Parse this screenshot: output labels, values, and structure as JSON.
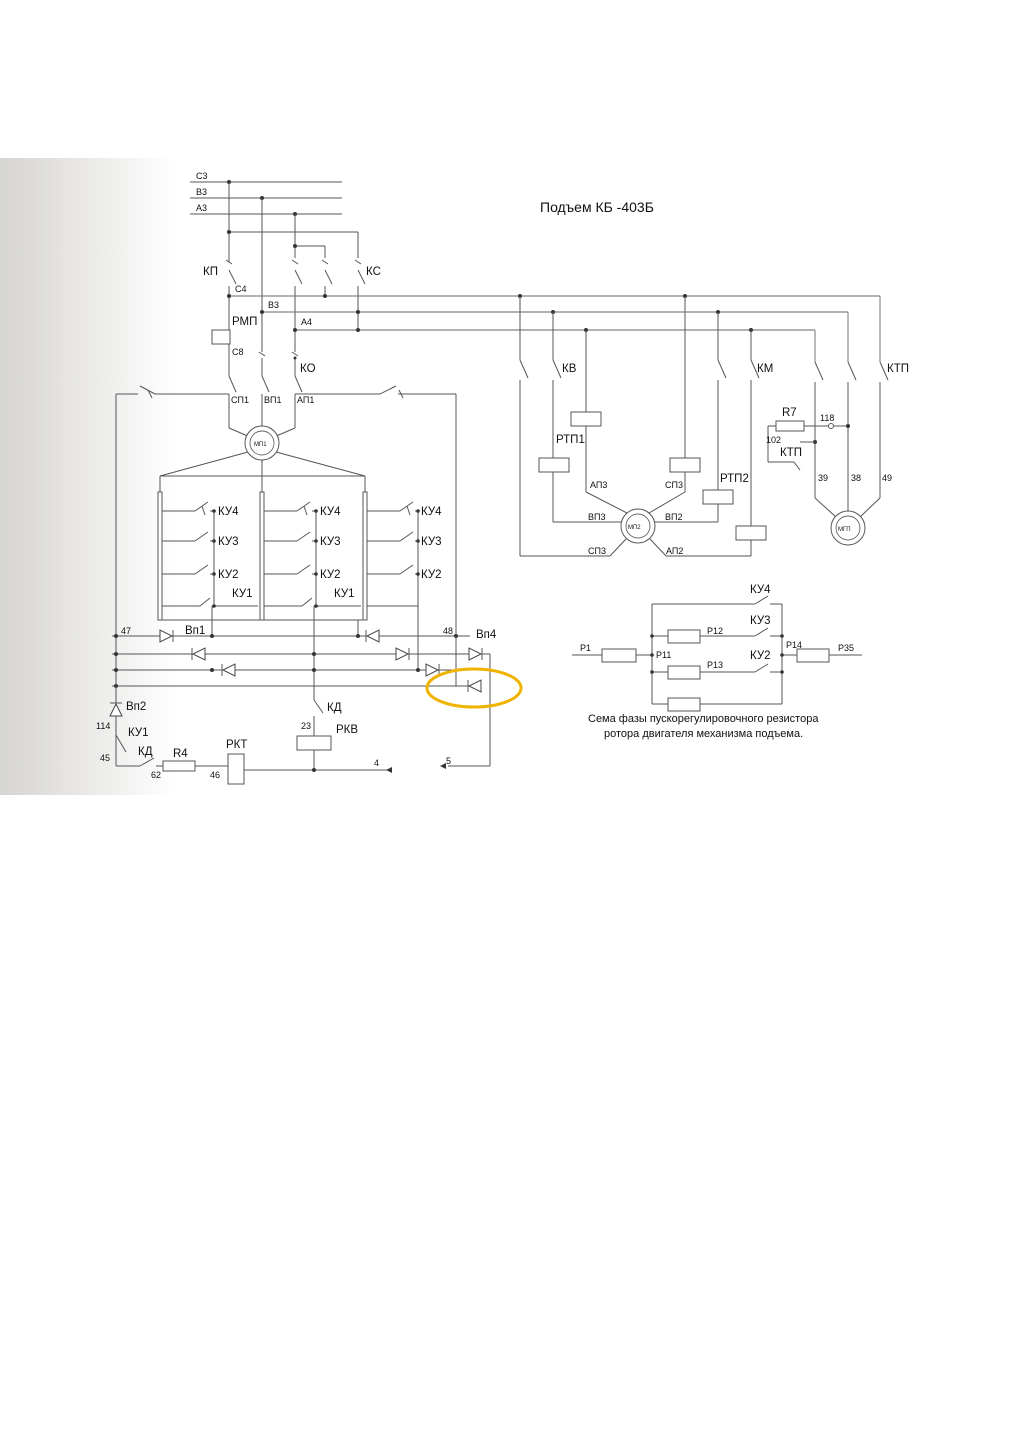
{
  "title": "Подъем КБ -403Б",
  "caption": {
    "line1": "Сема фазы пускорегулировочного резистора",
    "line2": "ротора двигателя механизма подъема."
  },
  "buses": {
    "c3": "С3",
    "b3": "В3",
    "a3": "А3"
  },
  "wires": {
    "c4": "С4",
    "b3": "В3",
    "a4": "А4",
    "c8": "С8",
    "sp1": "СП1",
    "vp1": "ВП1",
    "ap1": "АП1",
    "ap3": "АП3",
    "sp3_top": "СП3",
    "vp3": "ВП3",
    "vp2": "ВП2",
    "sp3": "СП3",
    "ap2": "АП2"
  },
  "contactors": {
    "kp": "КП",
    "ks": "КС",
    "rmp": "РМП",
    "ko": "КО",
    "kv": "КВ",
    "km": "КМ",
    "ktp": "КТП",
    "rtp1": "РТП1",
    "rtp2": "РТП2",
    "r7": "R7",
    "ktp_small": "КТП",
    "kd": "КД",
    "rkv": "РКВ",
    "ku1_bottom": "КУ1",
    "kd_bottom": "КД",
    "r4": "R4",
    "rkt": "РКТ"
  },
  "numbers": {
    "n118": "118",
    "n102": "102",
    "n39": "39",
    "n38": "38",
    "n49": "49",
    "n47": "47",
    "n48": "48",
    "n114": "114",
    "n23": "23",
    "n45": "45",
    "n62": "62",
    "n46": "46",
    "n4": "4",
    "n5": "5"
  },
  "motors": {
    "mp1": "МП1",
    "mp2": "МП2",
    "mgp": "МГП"
  },
  "ku": {
    "col1": {
      "ku4": "КУ4",
      "ku3": "КУ3",
      "ku2": "КУ2",
      "ku1": "КУ1"
    },
    "col2": {
      "ku4": "КУ4",
      "ku3": "КУ3",
      "ku2": "КУ2",
      "ku1": "КУ1"
    },
    "col3": {
      "ku4": "КУ4",
      "ku3": "КУ3",
      "ku2": "КУ2"
    }
  },
  "diodes": {
    "vp1": "Вп1",
    "vp2": "Вп2",
    "vp4": "Вп4"
  },
  "resistor_scheme": {
    "p1": "Р1",
    "p11": "Р11",
    "p12": "Р12",
    "p13": "Р13",
    "p14": "Р14",
    "p35": "Р35",
    "ku4": "КУ4",
    "ku3": "КУ3",
    "ku2": "КУ2"
  },
  "colors": {
    "highlight": "#f0b400",
    "wire": "#555555",
    "background_gradient": "#d6d5d2"
  }
}
